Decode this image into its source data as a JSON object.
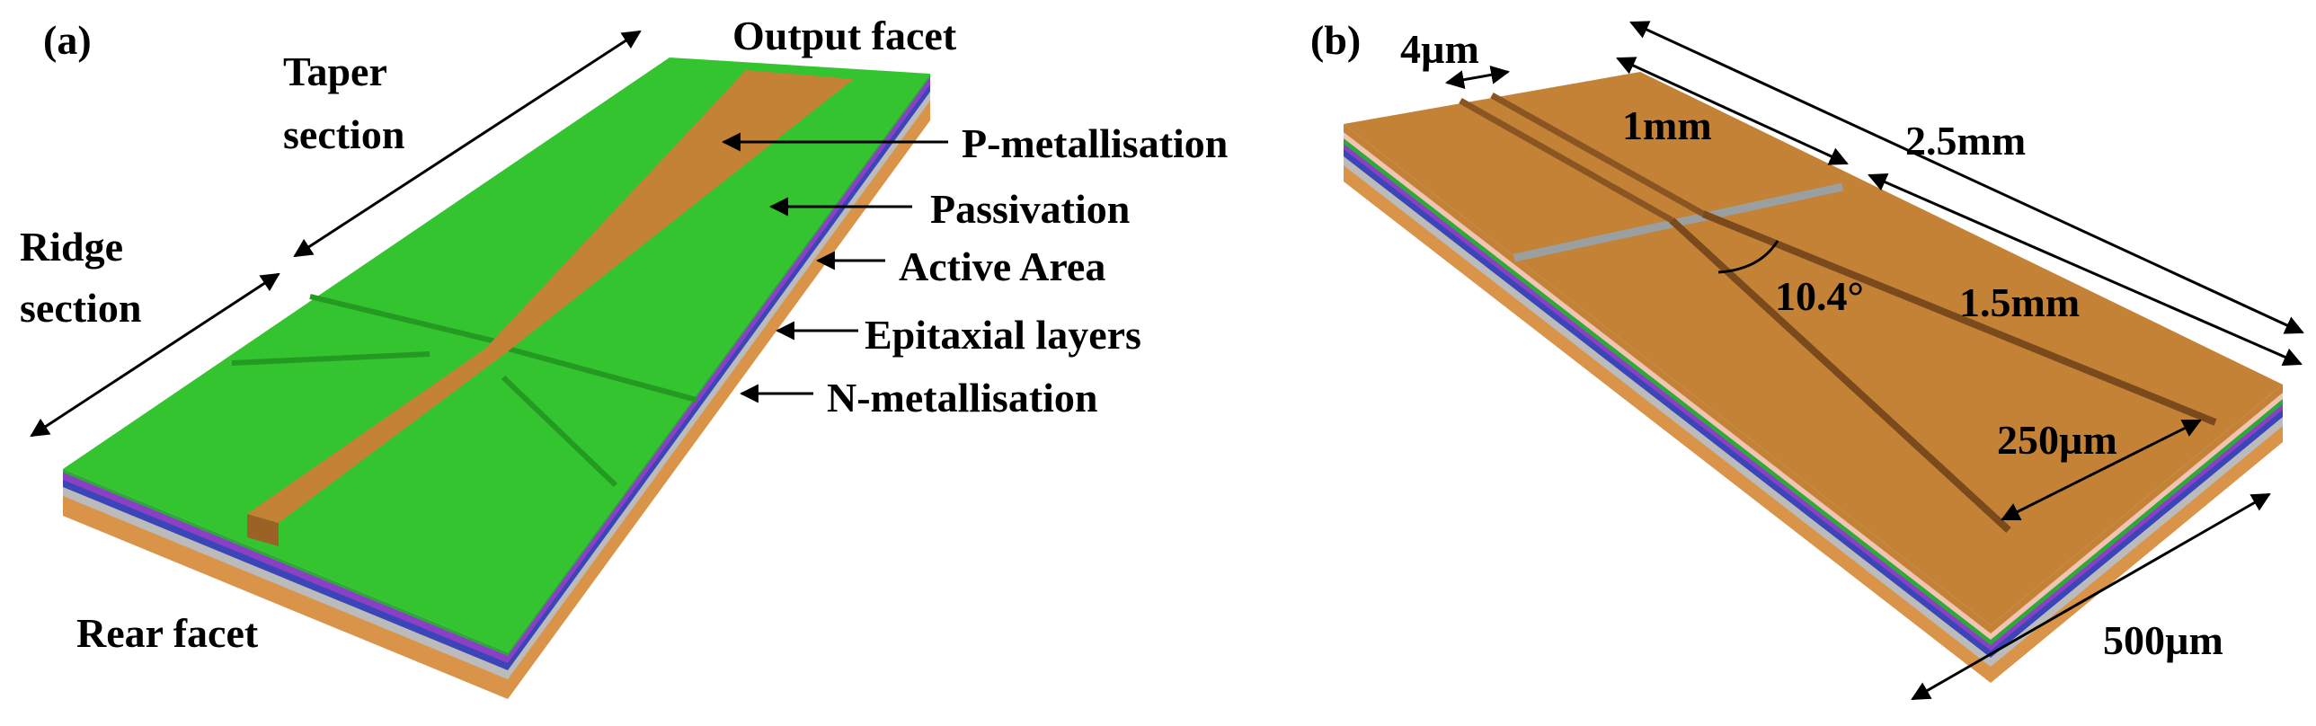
{
  "panel_a": {
    "letter": "(a)",
    "labels": {
      "output_facet": "Output facet",
      "taper_line1": "Taper",
      "taper_line2": "section",
      "ridge_line1": "Ridge",
      "ridge_line2": "section",
      "p_metallisation": "P-metallisation",
      "passivation": "Passivation",
      "active_area": "Active Area",
      "epitaxial_layers": "Epitaxial layers",
      "n_metallisation": "N-metallisation",
      "rear_facet": "Rear facet"
    }
  },
  "panel_b": {
    "letter": "(b)",
    "dimensions": {
      "ridge_width": "4µm",
      "ridge_length": "1mm",
      "total_length": "2.5mm",
      "taper_angle": "10.4°",
      "taper_length": "1.5mm",
      "taper_output_width": "250µm",
      "chip_width": "500µm"
    }
  },
  "colors": {
    "passivation": "#33c42f",
    "metal": "#c38236",
    "substrate": "#bbbbbb",
    "blue_layer": "#3b45b8",
    "purple_layer": "#8a3fc4",
    "green_layer": "#2fa83a",
    "pink_layer": "#f2c4b4",
    "bottom_metal": "#d9944a"
  }
}
